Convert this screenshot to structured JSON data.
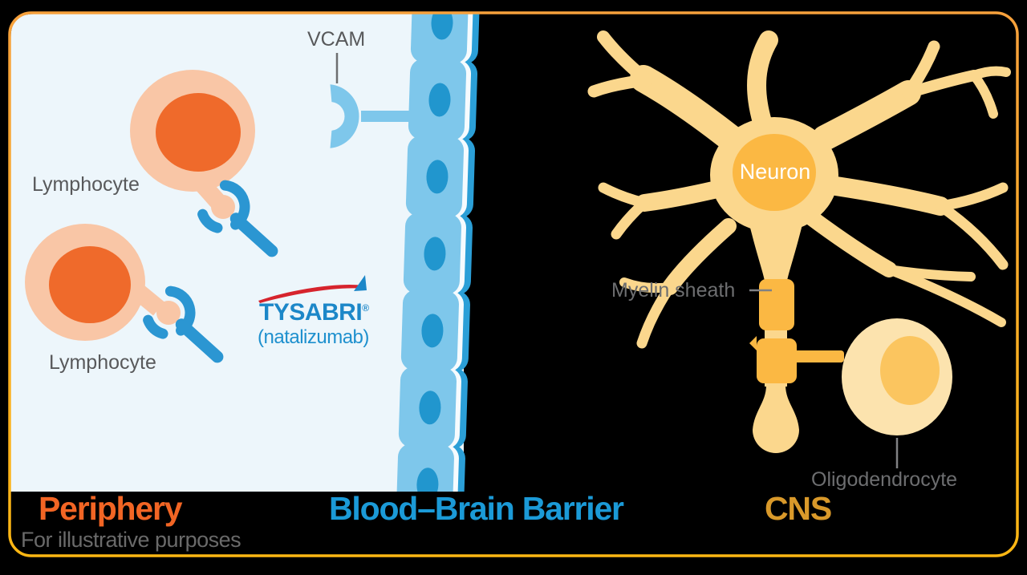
{
  "figure": {
    "regions": {
      "periphery_label": "Periphery",
      "bbb_label": "Blood–Brain Barrier",
      "cns_label": "CNS",
      "disclaimer": "For illustrative purposes"
    },
    "annotations": {
      "vcam": "VCAM",
      "lymphocyte_top": "Lymphocyte",
      "lymphocyte_bottom": "Lymphocyte",
      "neuron": "Neuron",
      "myelin_sheath": "Myelin sheath",
      "oligodendrocyte": "Oligodendrocyte"
    },
    "logo": {
      "brand": "TYSABRI",
      "registered_mark": "®",
      "generic_name": "(natalizumab)"
    },
    "colors": {
      "page_bg": "#000000",
      "border_top": "#F7A13C",
      "border_bottom": "#FDB713",
      "panel_bg": "#EDF6FB",
      "lymphocyte_body": "#F9C6A6",
      "lymphocyte_nucleus": "#EF6A2B",
      "antibody_blue": "#2B96D2",
      "barrier_cell": "#7EC7EB",
      "barrier_cell_nucleus": "#2196CE",
      "barrier_edge": "#2B9FD7",
      "neuron_body": "#FBD78D",
      "neuron_nucleus": "#FBB843",
      "myelin_gold": "#FBB843",
      "oligodendrocyte_body": "#FCE3AE",
      "oligodendrocyte_nucleus": "#FBC55F",
      "periphery_text": "#F26524",
      "bbb_text": "#1B9AD7",
      "cns_text": "#D9992A",
      "annotation_gray": "#6D6E70",
      "logo_blue": "#1C87C8",
      "logo_red": "#D6242D"
    }
  }
}
